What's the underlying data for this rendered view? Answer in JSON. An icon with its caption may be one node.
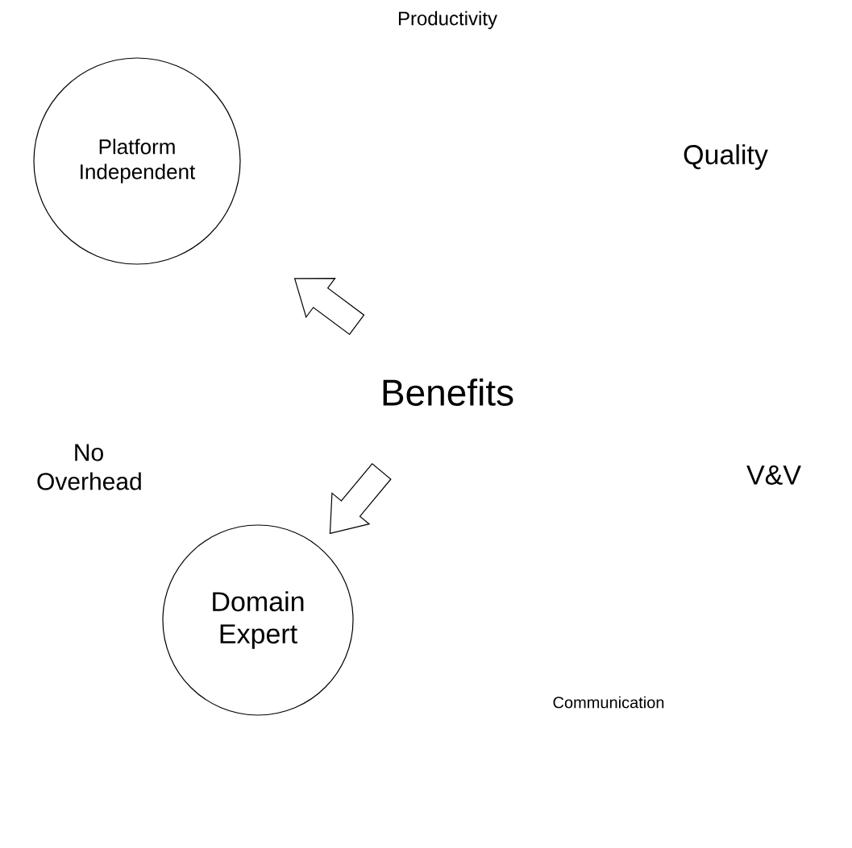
{
  "diagram": {
    "nodes": [
      {
        "text": [
          "Platform Independent"
        ]
      },
      {
        "text": [
          "Benefits"
        ]
      },
      {
        "text": [
          "Domain Expert"
        ]
      }
    ],
    "edges": [
      {
        "from": 1,
        "to": 0,
        "arrow": "to"
      },
      {
        "from": 1,
        "to": 2,
        "arrow": "to"
      }
    ],
    "labels": [
      "Productivity",
      "Quality",
      "No Overhead",
      "V&V",
      "Communication"
    ]
  }
}
